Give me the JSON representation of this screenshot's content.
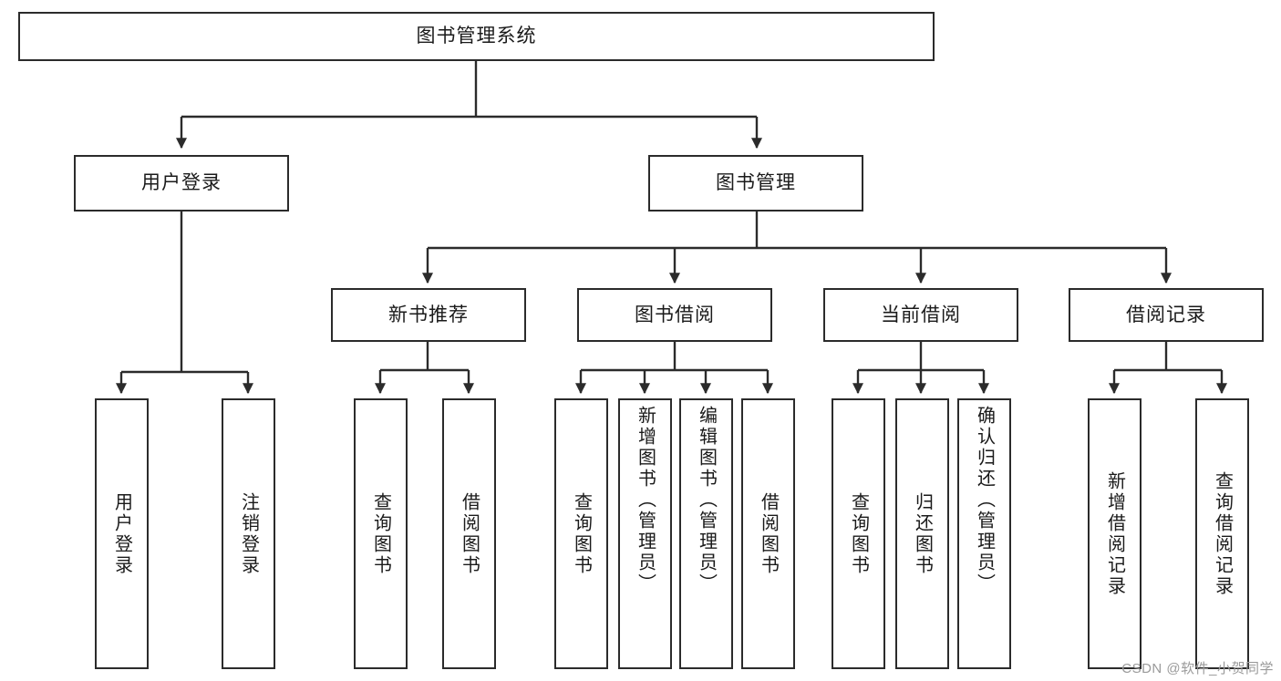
{
  "diagram": {
    "title": "图书管理系统",
    "type": "tree",
    "watermark": "CSDN @软件_小贺同学",
    "colors": {
      "box_border": "#2b2b2b",
      "box_fill": "#ffffff",
      "edge": "#2b2b2b",
      "background": "#ffffff",
      "watermark": "#9a9a9a"
    },
    "root": {
      "label": "图书管理系统"
    },
    "level1": [
      {
        "label": "用户登录"
      },
      {
        "label": "图书管理"
      }
    ],
    "level2": [
      {
        "label": "新书推荐"
      },
      {
        "label": "图书借阅"
      },
      {
        "label": "当前借阅"
      },
      {
        "label": "借阅记录"
      }
    ],
    "leaves": {
      "user_login": [
        {
          "label": "用户登录"
        },
        {
          "label": "注销登录"
        }
      ],
      "new_book_recommend": [
        {
          "label": "查询图书"
        },
        {
          "label": "借阅图书"
        }
      ],
      "book_borrow": [
        {
          "label": "查询图书"
        },
        {
          "label": "新增图书（管理员）"
        },
        {
          "label": "编辑图书（管理员）"
        },
        {
          "label": "借阅图书"
        }
      ],
      "current_borrow": [
        {
          "label": "查询图书"
        },
        {
          "label": "归还图书"
        },
        {
          "label": "确认归还（管理员）"
        }
      ],
      "borrow_record": [
        {
          "label": "新增借阅记录"
        },
        {
          "label": "查询借阅记录"
        }
      ]
    }
  }
}
